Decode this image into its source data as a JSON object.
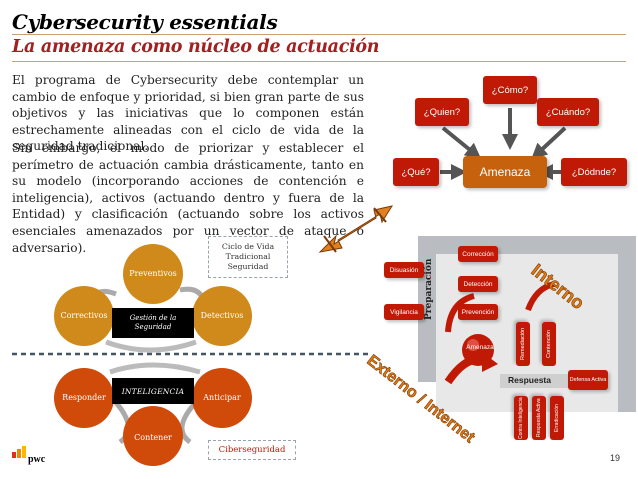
{
  "title": "Cybersecurity essentials",
  "subtitle": "La amenaza como núcleo de actuación",
  "paragraphs": [
    "El programa de Cybersecurity debe contemplar un cambio de enfoque y prioridad, si bien gran parte de sus objetivos y las iniciativas que lo componen están estrechamente alineadas con el ciclo de vida de la seguridad tradicional.",
    "Sin embargo, el modo de priorizar y establecer el perímetro de actuación cambia drásticamente, tanto en su modelo (incorporando acciones de contención e inteligencia), activos (actuando dentro y fuera de la Entidad) y clasificación (actuando sobre los activos esenciales amenazados por un vector de ataque o adversario)."
  ],
  "threat_diagram": {
    "center": "Amenaza",
    "questions": {
      "como": "¿Cómo?",
      "quien": "¿Quien?",
      "cuando": "¿Cuándo?",
      "que": "¿Qué?",
      "donde": "¿Dódnde?"
    }
  },
  "cycle": {
    "traditional_label": "Ciclo de Vida Tradicional Seguridad",
    "cyber_label": "Ciberseguridad",
    "top_core": "Gestión de la Seguridad",
    "bottom_core": "INTELIGENCIA",
    "stages": {
      "preventivos": "Preventivos",
      "detectivos": "Detectivos",
      "correctivos": "Correctivos",
      "responder": "Responder",
      "anticipar": "Anticipar",
      "contener": "Contener"
    }
  },
  "model": {
    "interno": "Interno",
    "externo": "Externo / Internet",
    "preparacion": "Preparación",
    "respuesta": "Respuesta",
    "amenaza": "Amenaza",
    "items": {
      "correccion": "Corrección",
      "disuasion": "Disuasión",
      "deteccion": "Detección",
      "vigilancia": "Vigilancia",
      "prevencion": "Prevención",
      "remediacion": "Remediación",
      "contencion": "Contención",
      "defensa_activa": "Defensa Activa",
      "contra_inteligencia": "Contra Inteligencia",
      "respuesta_activa": "Respuesta Activa",
      "erradicacion": "Erradicación"
    }
  },
  "footer": {
    "logo": "pwc",
    "page": "19"
  },
  "colors": {
    "accent_red": "#a32020",
    "box_red": "#c01a07",
    "amenaza_orange": "#c6620e",
    "cycle_gold": "#d08a1c",
    "cycle_orange": "#d04a0a"
  }
}
